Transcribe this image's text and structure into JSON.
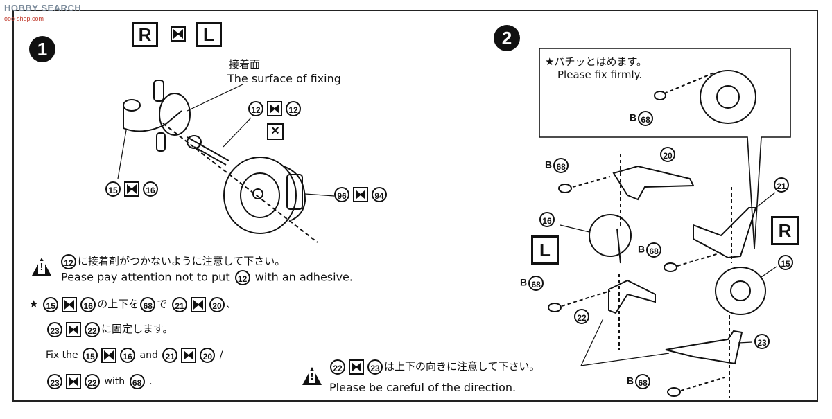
{
  "watermark": {
    "brand": "HOBBY SEARCH",
    "site": "ooo-shop.com"
  },
  "step1": {
    "number": "1",
    "rl": {
      "right": "R",
      "left": "L"
    },
    "fixing_ja": "接着面",
    "fixing_en": "The surface of fixing",
    "parts": {
      "p12a": "12",
      "p12b": "12",
      "p15": "15",
      "p16": "16",
      "p96": "96",
      "p94": "94"
    },
    "note_ja_num": "12",
    "note_ja": "に接着剤がつかないように注意して下さい。",
    "note_en_a": "Pease pay attention not to put",
    "note_en_num": "12",
    "note_en_b": "with an adhesive.",
    "star": "★",
    "fix_ja_line1": {
      "a": "15",
      "b": "16",
      "mid": "の上下を",
      "c": "68",
      "de": "で",
      "d": "21",
      "e": "20",
      "tail": "、"
    },
    "fix_ja_line2": {
      "a": "23",
      "b": "22",
      "tail": "に固定します。"
    },
    "fix_en_line1": {
      "lead": "Fix the",
      "a": "15",
      "b": "16",
      "and": "and",
      "c": "21",
      "d": "20",
      "tail": "/"
    },
    "fix_en_line2": {
      "a": "23",
      "b": "22",
      "with": "with",
      "c": "68",
      "tail": "."
    }
  },
  "step2": {
    "number": "2",
    "inset_ja": "★パチッとはめます。",
    "inset_en": "Please fix firmly.",
    "b68": "B",
    "p68": "68",
    "p20": "20",
    "p21": "21",
    "p16": "16",
    "p15": "15",
    "p22": "22",
    "p23": "23",
    "side_r": "R",
    "side_l": "L",
    "dir_a": "22",
    "dir_b": "23",
    "dir_ja": "は上下の向きに注意して下さい。",
    "dir_en": "Please be careful of the direction."
  }
}
